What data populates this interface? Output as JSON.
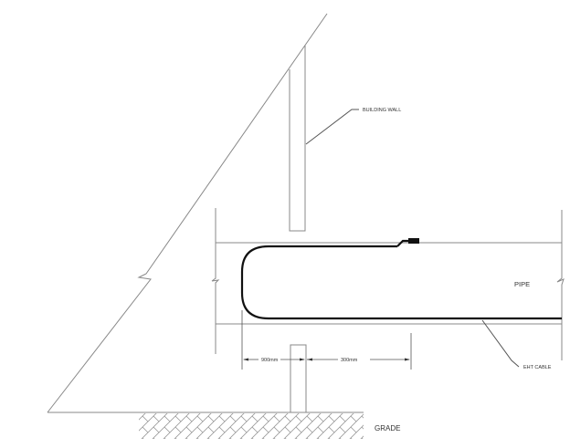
{
  "diagram": {
    "labels": {
      "building_wall": "BUILDING WALL",
      "pipe": "PIPE",
      "eht_cable": "EHT CABLE",
      "grade": "GRADE",
      "dim_left": "900mm",
      "dim_right": "300mm"
    },
    "colors": {
      "line": "#777777",
      "cable": "#111111",
      "hatch": "#999999"
    }
  }
}
